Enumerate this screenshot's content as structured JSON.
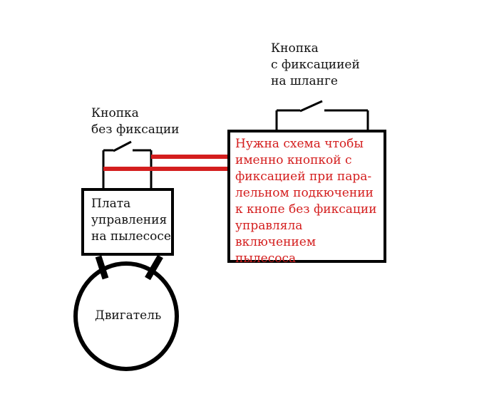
{
  "labels": {
    "latching_button_on_hose": "Кнопка\nс фиксациией\nна шланге",
    "momentary_button": "Кнопка\nбез фиксации",
    "control_board": "Плата\nуправления\nна пылесосе",
    "motor": "Двигатель",
    "note": "Нужна схема чтобы\nименно кнопкой с\nфиксацией при пара-\nлельном подкючении\nк кнопе без фиксации\nуправляла включением\nпылесоса"
  },
  "colors": {
    "line": "#000000",
    "wire": "#d41e1e",
    "note_text": "#d41e1e"
  }
}
